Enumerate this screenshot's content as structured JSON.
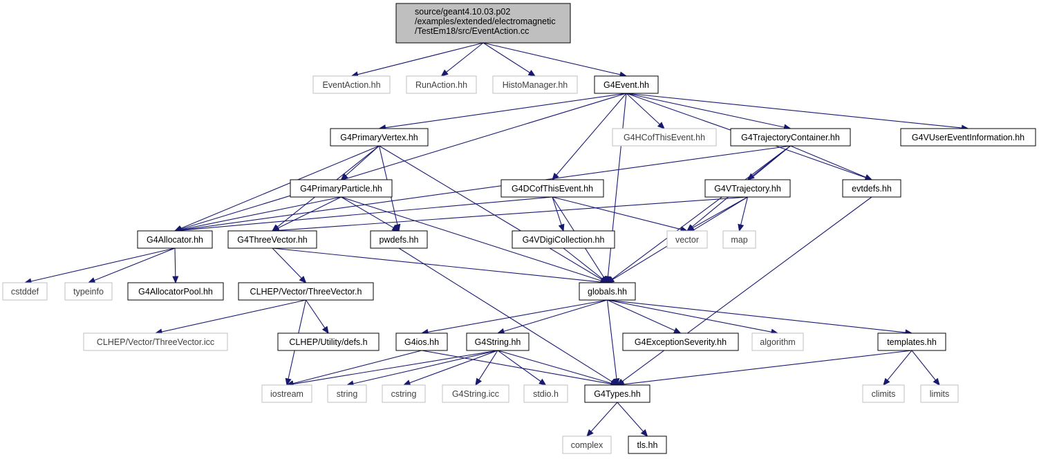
{
  "graph": {
    "root": {
      "id": "root",
      "lines": [
        "source/geant4.10.03.p02",
        "/examples/extended/electromagnetic",
        "/TestEm18/src/EventAction.cc"
      ]
    },
    "nodes": [
      {
        "id": "eventaction_hh",
        "label": "EventAction.hh",
        "external": true
      },
      {
        "id": "runaction_hh",
        "label": "RunAction.hh",
        "external": true
      },
      {
        "id": "histomanager_hh",
        "label": "HistoManager.hh",
        "external": true
      },
      {
        "id": "g4event_hh",
        "label": "G4Event.hh",
        "external": false
      },
      {
        "id": "g4primaryvertex_hh",
        "label": "G4PrimaryVertex.hh",
        "external": false
      },
      {
        "id": "g4hcofthisevent_hh",
        "label": "G4HCofThisEvent.hh",
        "external": true
      },
      {
        "id": "g4trajectorycontainer_hh",
        "label": "G4TrajectoryContainer.hh",
        "external": false
      },
      {
        "id": "g4vusereventinformation_hh",
        "label": "G4VUserEventInformation.hh",
        "external": false
      },
      {
        "id": "g4primaryparticle_hh",
        "label": "G4PrimaryParticle.hh",
        "external": false
      },
      {
        "id": "g4dcofthisevent_hh",
        "label": "G4DCofThisEvent.hh",
        "external": false
      },
      {
        "id": "g4vtrajectory_hh",
        "label": "G4VTrajectory.hh",
        "external": false
      },
      {
        "id": "evtdefs_hh",
        "label": "evtdefs.hh",
        "external": false
      },
      {
        "id": "g4allocator_hh",
        "label": "G4Allocator.hh",
        "external": false
      },
      {
        "id": "g4threevector_hh",
        "label": "G4ThreeVector.hh",
        "external": false
      },
      {
        "id": "pwdefs_hh",
        "label": "pwdefs.hh",
        "external": false
      },
      {
        "id": "g4vdigicollection_hh",
        "label": "G4VDigiCollection.hh",
        "external": false
      },
      {
        "id": "vector",
        "label": "vector",
        "external": true
      },
      {
        "id": "map",
        "label": "map",
        "external": true
      },
      {
        "id": "cstddef",
        "label": "cstddef",
        "external": true
      },
      {
        "id": "typeinfo",
        "label": "typeinfo",
        "external": true
      },
      {
        "id": "g4allocatorpool_hh",
        "label": "G4AllocatorPool.hh",
        "external": false
      },
      {
        "id": "clhep_threevector_h",
        "label": "CLHEP/Vector/ThreeVector.h",
        "external": false
      },
      {
        "id": "globals_hh",
        "label": "globals.hh",
        "external": false
      },
      {
        "id": "clhep_threevector_icc",
        "label": "CLHEP/Vector/ThreeVector.icc",
        "external": true
      },
      {
        "id": "clhep_defs_h",
        "label": "CLHEP/Utility/defs.h",
        "external": false
      },
      {
        "id": "g4ios_hh",
        "label": "G4ios.hh",
        "external": false
      },
      {
        "id": "g4string_hh",
        "label": "G4String.hh",
        "external": false
      },
      {
        "id": "g4exceptionseverity_hh",
        "label": "G4ExceptionSeverity.hh",
        "external": false
      },
      {
        "id": "algorithm",
        "label": "algorithm",
        "external": true
      },
      {
        "id": "templates_hh",
        "label": "templates.hh",
        "external": false
      },
      {
        "id": "iostream",
        "label": "iostream",
        "external": true
      },
      {
        "id": "string",
        "label": "string",
        "external": true
      },
      {
        "id": "cstring",
        "label": "cstring",
        "external": true
      },
      {
        "id": "g4string_icc",
        "label": "G4String.icc",
        "external": true
      },
      {
        "id": "stdio_h",
        "label": "stdio.h",
        "external": true
      },
      {
        "id": "g4types_hh",
        "label": "G4Types.hh",
        "external": false
      },
      {
        "id": "climits",
        "label": "climits",
        "external": true
      },
      {
        "id": "limits",
        "label": "limits",
        "external": true
      },
      {
        "id": "complex",
        "label": "complex",
        "external": true
      },
      {
        "id": "tls_hh",
        "label": "tls.hh",
        "external": false
      }
    ],
    "edges": [
      [
        "root",
        "eventaction_hh"
      ],
      [
        "root",
        "runaction_hh"
      ],
      [
        "root",
        "histomanager_hh"
      ],
      [
        "root",
        "g4event_hh"
      ],
      [
        "g4event_hh",
        "g4allocator_hh"
      ],
      [
        "g4event_hh",
        "g4primaryvertex_hh"
      ],
      [
        "g4event_hh",
        "g4dcofthisevent_hh"
      ],
      [
        "g4event_hh",
        "globals_hh"
      ],
      [
        "g4event_hh",
        "g4hcofthisevent_hh"
      ],
      [
        "g4event_hh",
        "g4trajectorycontainer_hh"
      ],
      [
        "g4event_hh",
        "evtdefs_hh"
      ],
      [
        "g4event_hh",
        "g4vusereventinformation_hh"
      ],
      [
        "g4primaryvertex_hh",
        "g4allocator_hh"
      ],
      [
        "g4primaryvertex_hh",
        "g4threevector_hh"
      ],
      [
        "g4primaryvertex_hh",
        "g4primaryparticle_hh"
      ],
      [
        "g4primaryvertex_hh",
        "pwdefs_hh"
      ],
      [
        "g4primaryvertex_hh",
        "globals_hh"
      ],
      [
        "g4primaryparticle_hh",
        "g4allocator_hh"
      ],
      [
        "g4primaryparticle_hh",
        "g4threevector_hh"
      ],
      [
        "g4primaryparticle_hh",
        "pwdefs_hh"
      ],
      [
        "g4primaryparticle_hh",
        "globals_hh"
      ],
      [
        "g4trajectorycontainer_hh",
        "g4allocator_hh"
      ],
      [
        "g4trajectorycontainer_hh",
        "vector"
      ],
      [
        "g4trajectorycontainer_hh",
        "g4vtrajectory_hh"
      ],
      [
        "g4trajectorycontainer_hh",
        "evtdefs_hh"
      ],
      [
        "g4trajectorycontainer_hh",
        "globals_hh"
      ],
      [
        "g4dcofthisevent_hh",
        "g4allocator_hh"
      ],
      [
        "g4dcofthisevent_hh",
        "globals_hh"
      ],
      [
        "g4dcofthisevent_hh",
        "g4vdigicollection_hh"
      ],
      [
        "g4dcofthisevent_hh",
        "vector"
      ],
      [
        "g4vtrajectory_hh",
        "g4threevector_hh"
      ],
      [
        "g4vtrajectory_hh",
        "vector"
      ],
      [
        "g4vtrajectory_hh",
        "map"
      ],
      [
        "g4vtrajectory_hh",
        "globals_hh"
      ],
      [
        "evtdefs_hh",
        "g4types_hh"
      ],
      [
        "g4allocator_hh",
        "cstddef"
      ],
      [
        "g4allocator_hh",
        "typeinfo"
      ],
      [
        "g4allocator_hh",
        "g4allocatorpool_hh"
      ],
      [
        "g4threevector_hh",
        "clhep_threevector_h"
      ],
      [
        "g4threevector_hh",
        "globals_hh"
      ],
      [
        "pwdefs_hh",
        "g4types_hh"
      ],
      [
        "g4vdigicollection_hh",
        "globals_hh"
      ],
      [
        "clhep_threevector_h",
        "clhep_threevector_icc"
      ],
      [
        "clhep_threevector_h",
        "iostream"
      ],
      [
        "clhep_threevector_h",
        "clhep_defs_h"
      ],
      [
        "globals_hh",
        "g4ios_hh"
      ],
      [
        "globals_hh",
        "g4string_hh"
      ],
      [
        "globals_hh",
        "g4types_hh"
      ],
      [
        "globals_hh",
        "g4exceptionseverity_hh"
      ],
      [
        "globals_hh",
        "algorithm"
      ],
      [
        "globals_hh",
        "templates_hh"
      ],
      [
        "g4ios_hh",
        "iostream"
      ],
      [
        "g4ios_hh",
        "g4types_hh"
      ],
      [
        "g4string_hh",
        "iostream"
      ],
      [
        "g4string_hh",
        "string"
      ],
      [
        "g4string_hh",
        "cstring"
      ],
      [
        "g4string_hh",
        "g4string_icc"
      ],
      [
        "g4string_hh",
        "stdio_h"
      ],
      [
        "g4string_hh",
        "g4types_hh"
      ],
      [
        "templates_hh",
        "climits"
      ],
      [
        "templates_hh",
        "limits"
      ],
      [
        "templates_hh",
        "g4types_hh"
      ],
      [
        "g4types_hh",
        "complex"
      ],
      [
        "g4types_hh",
        "tls_hh"
      ]
    ]
  }
}
